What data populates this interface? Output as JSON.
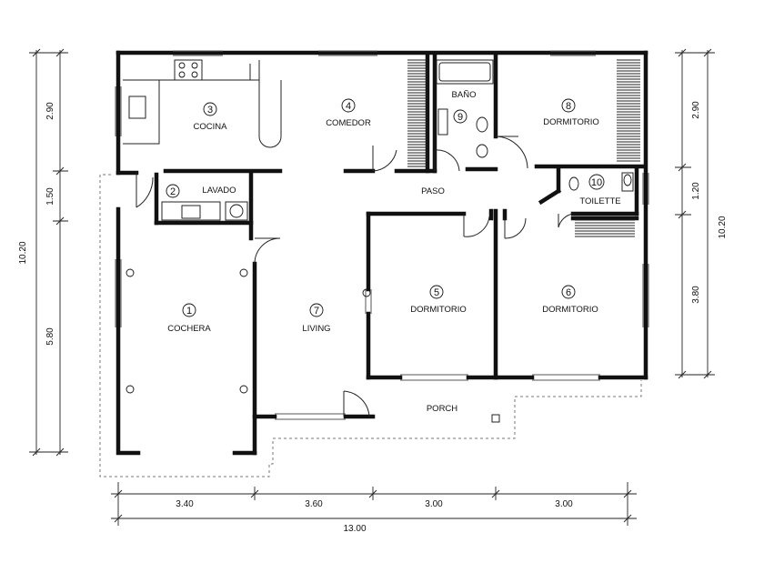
{
  "rooms": [
    {
      "number": "1",
      "name": "COCHERA"
    },
    {
      "number": "2",
      "name": "LAVADO"
    },
    {
      "number": "3",
      "name": "COCINA"
    },
    {
      "number": "4",
      "name": "COMEDOR"
    },
    {
      "number": "5",
      "name": "DORMITORIO"
    },
    {
      "number": "6",
      "name": "DORMITORIO"
    },
    {
      "number": "7",
      "name": "LIVING"
    },
    {
      "number": "8",
      "name": "DORMITORIO"
    },
    {
      "number": "9",
      "name": "BAÑO"
    },
    {
      "number": "10",
      "name": "TOILETTE"
    }
  ],
  "spaces": {
    "paso": "PASO",
    "porch": "PORCH"
  },
  "dimensions": {
    "bottom": [
      "3.40",
      "3.60",
      "3.00",
      "3.00"
    ],
    "bottom_total": "13.00",
    "left": [
      "2.90",
      "1.50",
      "5.80"
    ],
    "left_total": "10.20",
    "right": [
      "2.90",
      "1.20",
      "3.80"
    ],
    "right_total": "10.20"
  }
}
